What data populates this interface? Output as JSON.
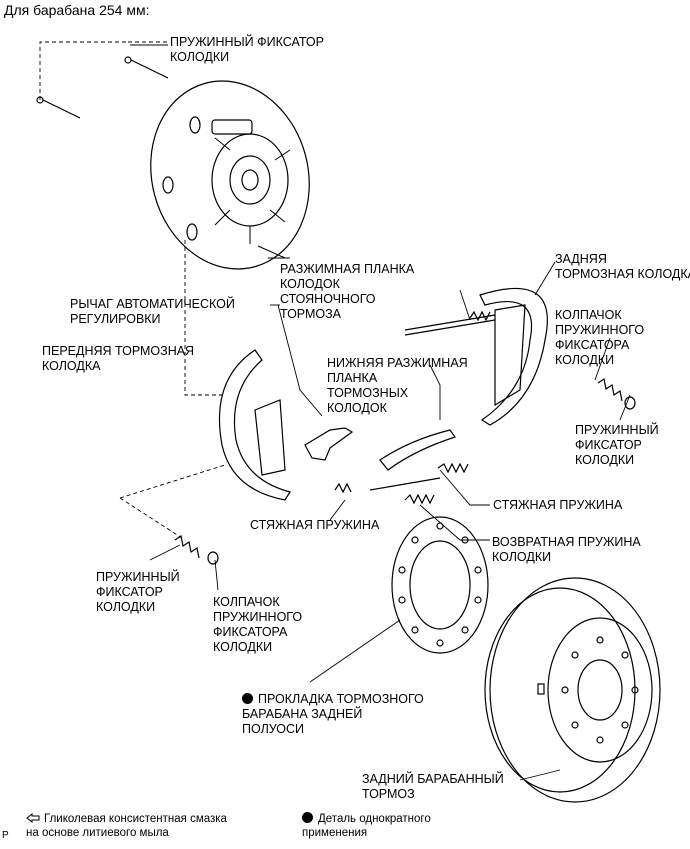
{
  "title": "Для барабана 254 мм:",
  "labels": {
    "spring_retainer_top": "ПРУЖИННЫЙ ФИКСАТОР\nКОЛОДКИ",
    "rear_shoe": "ЗАДНЯЯ\nТОРМОЗНАЯ КОЛОДКА",
    "parking_strut": "РАЗЖИМНАЯ ПЛАНКА\nКОЛОДОК\nСТОЯНОЧНОГО\nТОРМОЗА",
    "auto_adjust_lever": "РЫЧАГ АВТОМАТИЧЕСКОЙ\nРЕГУЛИРОВКИ",
    "cap_right": "КОЛПАЧОК\nПРУЖИННОГО\nФИКСАТОРА\nКОЛОДКИ",
    "front_shoe": "ПЕРЕДНЯЯ ТОРМОЗНАЯ\nКОЛОДКА",
    "lower_strut": "НИЖНЯЯ РАЗЖИМНАЯ\nПЛАНКА\nТОРМОЗНЫХ\nКОЛОДОК",
    "spring_retainer_right": "ПРУЖИННЫЙ\nФИКСАТОР\nКОЛОДКИ",
    "tension_spring_right": "СТЯЖНАЯ ПРУЖИНА",
    "tension_spring_left": "СТЯЖНАЯ ПРУЖИНА",
    "return_spring": "ВОЗВРАТНАЯ ПРУЖИНА\nКОЛОДКИ",
    "spring_retainer_left": "ПРУЖИННЫЙ\nФИКСАТОР\nКОЛОДКИ",
    "cap_left": "КОЛПАЧОК\nПРУЖИННОГО\nФИКСАТОРА\nКОЛОДКИ",
    "gasket": "ПРОКЛАДКА ТОРМОЗНОГО\nБАРАБАНА ЗАДНЕЙ\nПОЛУОСИ",
    "drum": "ЗАДНИЙ БАРАБАННЫЙ\nТОРМОЗ"
  },
  "legend": {
    "grease": "Гликолевая консистентная смазка\nна основе литиевого мыла",
    "single_use": "Деталь однократного\nприменения"
  },
  "figure_code": "P"
}
